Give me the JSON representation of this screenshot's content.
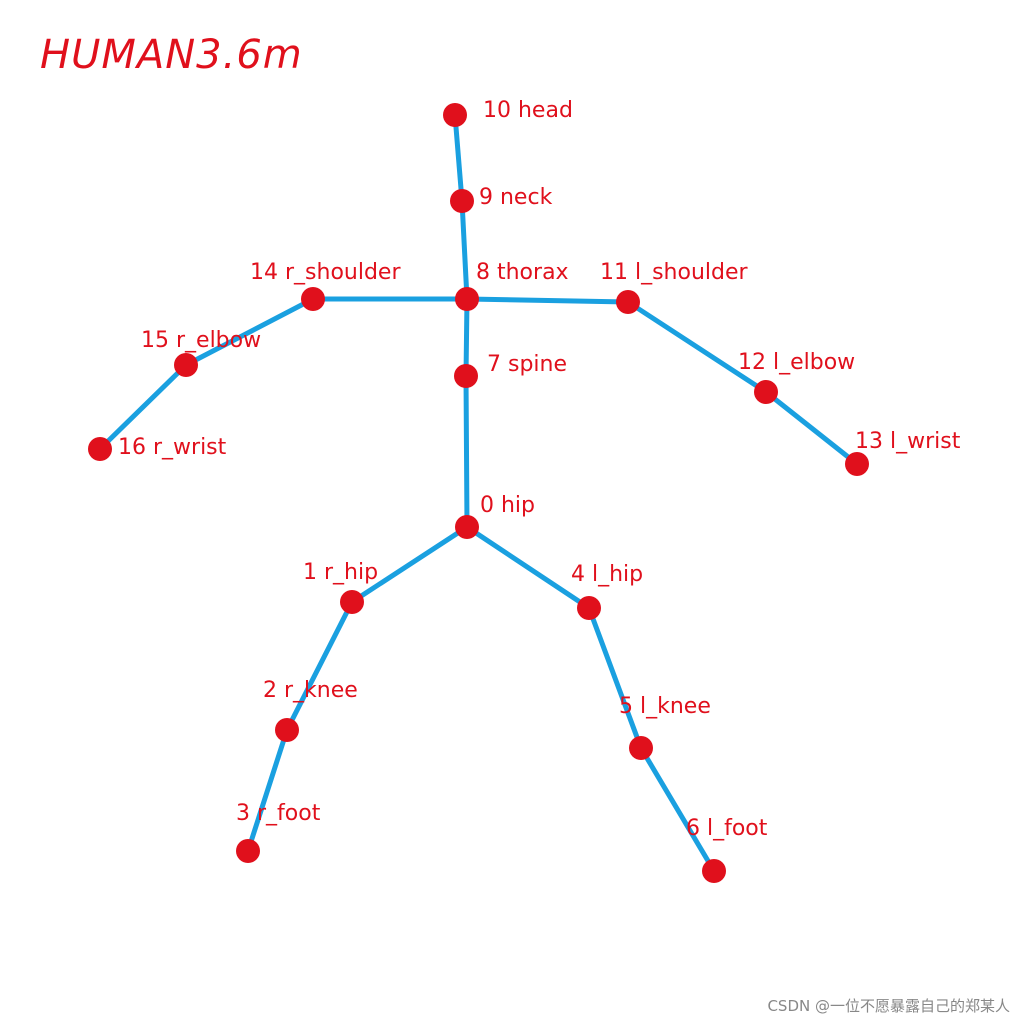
{
  "title": "HUMAN3.6m",
  "watermark": "CSDN @一位不愿暴露自己的郑某人",
  "colors": {
    "title": "#e0101c",
    "label": "#e0101c",
    "joint": "#e0101c",
    "bone": "#1aa0e0",
    "watermark": "#888888"
  },
  "joints": [
    {
      "id": 0,
      "label": "0 hip"
    },
    {
      "id": 1,
      "label": "1 r_hip"
    },
    {
      "id": 2,
      "label": "2 r_knee"
    },
    {
      "id": 3,
      "label": "3 r_foot"
    },
    {
      "id": 4,
      "label": "4 l_hip"
    },
    {
      "id": 5,
      "label": "5 l_knee"
    },
    {
      "id": 6,
      "label": "6 l_foot"
    },
    {
      "id": 7,
      "label": "7 spine"
    },
    {
      "id": 8,
      "label": "8 thorax"
    },
    {
      "id": 9,
      "label": "9 neck"
    },
    {
      "id": 10,
      "label": "10 head"
    },
    {
      "id": 11,
      "label": "11 l_shoulder"
    },
    {
      "id": 12,
      "label": "12 l_elbow"
    },
    {
      "id": 13,
      "label": "13 l_wrist"
    },
    {
      "id": 14,
      "label": "14 r_shoulder"
    },
    {
      "id": 15,
      "label": "15 r_elbow"
    },
    {
      "id": 16,
      "label": "16 r_wrist"
    }
  ],
  "bones": [
    [
      0,
      1
    ],
    [
      1,
      2
    ],
    [
      2,
      3
    ],
    [
      0,
      4
    ],
    [
      4,
      5
    ],
    [
      5,
      6
    ],
    [
      0,
      7
    ],
    [
      7,
      8
    ],
    [
      8,
      9
    ],
    [
      9,
      10
    ],
    [
      8,
      11
    ],
    [
      11,
      12
    ],
    [
      12,
      13
    ],
    [
      8,
      14
    ],
    [
      14,
      15
    ],
    [
      15,
      16
    ]
  ]
}
